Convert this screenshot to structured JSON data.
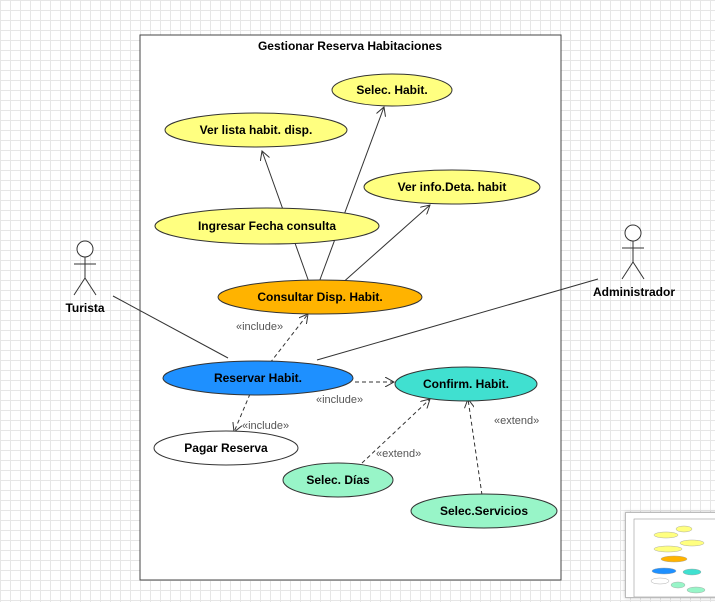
{
  "system": {
    "title": "Gestionar Reserva Habitaciones"
  },
  "actors": {
    "turista": {
      "label": "Turista"
    },
    "administrador": {
      "label": "Administrador"
    }
  },
  "use_cases": {
    "selec_habit": {
      "label": "Selec. Habit.",
      "color": "#ffff80"
    },
    "ver_lista": {
      "label": "Ver lista habit. disp.",
      "color": "#ffff80"
    },
    "ver_info": {
      "label": "Ver info.Deta. habit",
      "color": "#ffff80"
    },
    "ingresar_fecha": {
      "label": "Ingresar Fecha consulta",
      "color": "#ffff80"
    },
    "consultar": {
      "label": "Consultar Disp. Habit.",
      "color": "#ffb300"
    },
    "reservar": {
      "label": "Reservar Habit.",
      "color": "#1e90ff"
    },
    "confirm": {
      "label": "Confirm. Habit.",
      "color": "#40e0d0"
    },
    "pagar": {
      "label": "Pagar Reserva",
      "color": "#ffffff"
    },
    "selec_dias": {
      "label": "Selec. Días",
      "color": "#98f5c8"
    },
    "selec_servicios": {
      "label": "Selec.Servicios",
      "color": "#98f5c8"
    }
  },
  "relations": {
    "include_consultar": "«include»",
    "include_confirm": "«include»",
    "include_pagar": "«include»",
    "extend_dias": "«extend»",
    "extend_servicios": "«extend»"
  }
}
